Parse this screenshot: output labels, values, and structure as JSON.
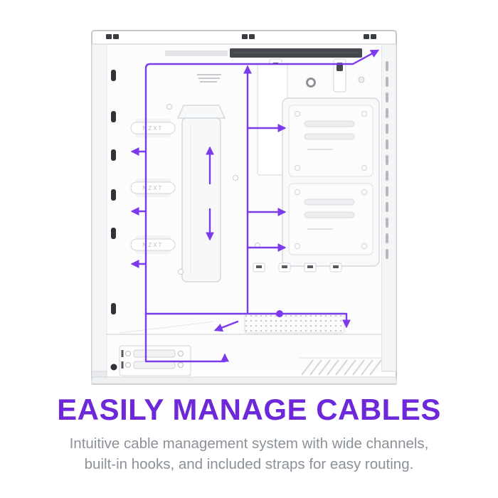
{
  "hero": {
    "description": "White mid-tower PC case interior (cable management side) with purple cable-routing arrows",
    "strap_labels": [
      "NZXT",
      "NZXT",
      "NZXT"
    ],
    "colors": {
      "arrow": "#7c3aed",
      "case_outline": "#c4c8cd",
      "background": "#ffffff"
    }
  },
  "headline": {
    "text": "EASILY MANAGE CABLES",
    "color": "#6d28d9"
  },
  "subtext": {
    "line1": "Intuitive cable management system with wide channels,",
    "line2": "built-in hooks, and included straps for easy routing."
  }
}
